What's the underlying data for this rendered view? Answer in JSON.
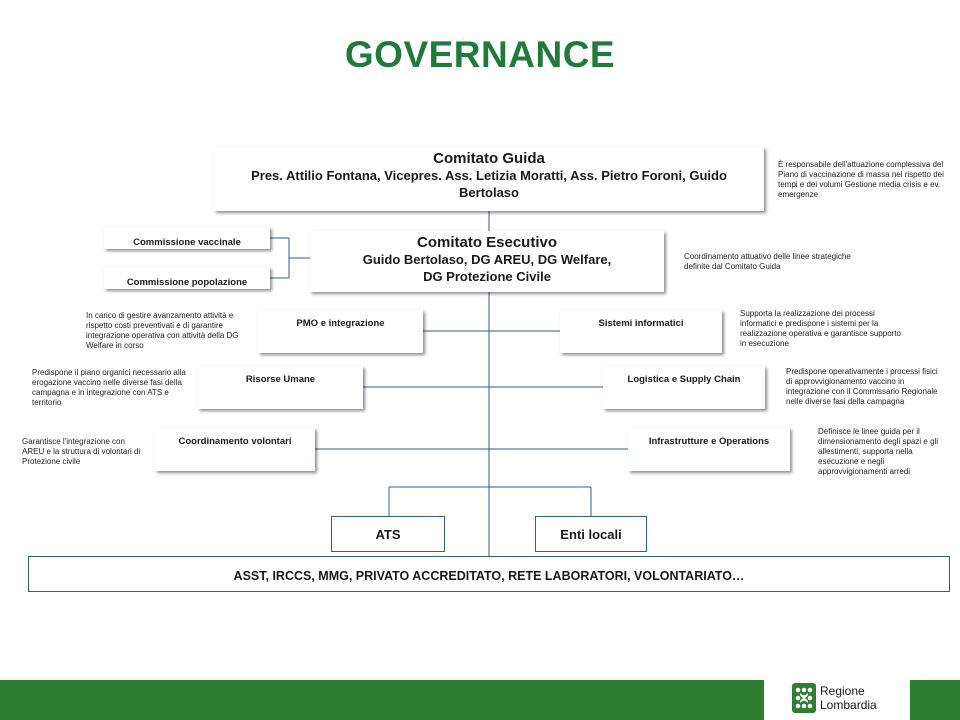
{
  "title": "GOVERNANCE",
  "comitato_guida": {
    "heading": "Comitato Guida",
    "members": "Pres. Attilio Fontana, Vicepres. Ass. Letizia Moratti, Ass. Pietro Foroni, Guido Bertolaso",
    "note": "È responsabile dell'attuazione complessiva del Piano di vaccinazione di massa nel rispetto dei tempi e dei volumi Gestione media crisis e ev. emergenze"
  },
  "commissioni": {
    "vaccinale": "Commissione vaccinale",
    "popolazione": "Commissione popolazione"
  },
  "comitato_esecutivo": {
    "heading": "Comitato Esecutivo",
    "line1": "Guido Bertolaso, DG AREU, DG Welfare,",
    "line2": "DG Protezione Civile",
    "note": "Coordinamento attuativo delle linee strategiche definite dal Comitato Guida"
  },
  "left": [
    {
      "label": "PMO e integrazione",
      "note": "In carico di gestire avanzamento attività e rispetto costi preventivati e di garantire integrazione operativa con attività della DG Welfare in corso"
    },
    {
      "label": "Risorse Umane",
      "note": "Predispone il piano organici necessario alla erogazione vaccino nelle diverse fasi della campagna e in integrazione con ATS e territorio"
    },
    {
      "label": "Coordinamento volontari",
      "note": "Garantisce l'integrazione con AREU e la struttura di volontari di Protezione civile"
    }
  ],
  "right": [
    {
      "label": "Sistemi informatici",
      "note": "Supporta la realizzazione dei processi informatici e predispone i sistemi per la realizzazione operativa e garantisce supporto in esecuzione"
    },
    {
      "label": "Logistica e Supply Chain",
      "note": "Predispone operativamente i processi fisici di approvvigionamento vaccino in integrazione con il Commissario Regionale nelle diverse fasi della campagna"
    },
    {
      "label": "Infrastrutture e Operations",
      "note": "Definisce le linee guida per il dimensionamento degli spazi e gli allestimenti, supporta nella esecuzione e negli approvvigionamenti arredi"
    }
  ],
  "bottom": {
    "ats": "ATS",
    "enti": "Enti locali",
    "base": "ASST, IRCCS, MMG, PRIVATO ACCREDITATO, RETE LABORATORI, VOLONTARIATO…"
  },
  "logo": {
    "line1": "Regione",
    "line2": "Lombardia"
  },
  "colors": {
    "title": "#1f7a3c",
    "footer": "#2e7d32",
    "lines": "#2e5e8c"
  }
}
